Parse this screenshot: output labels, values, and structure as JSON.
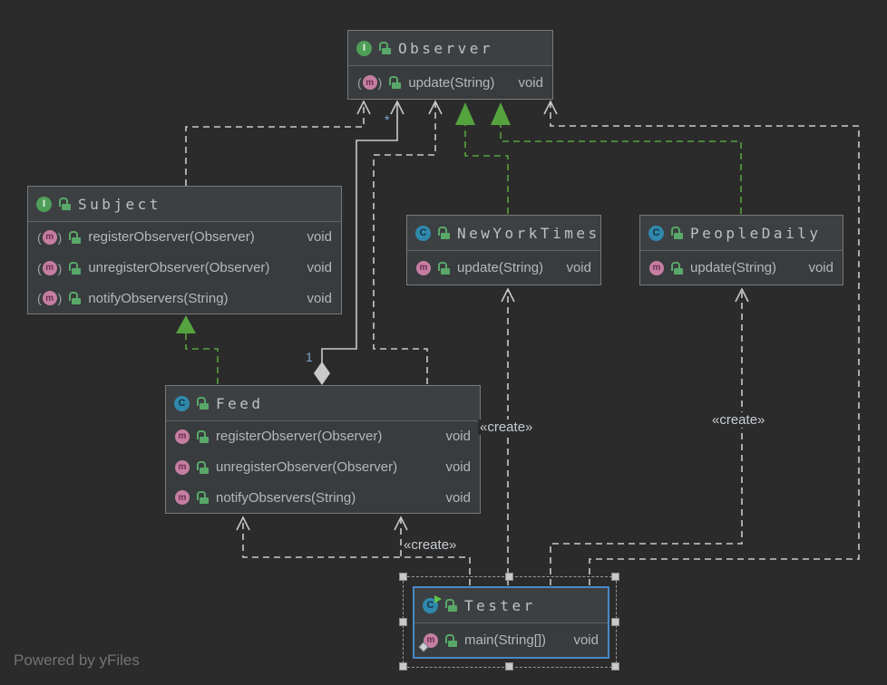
{
  "app": {
    "watermark": "Powered by yFiles"
  },
  "colors": {
    "canvas": "#2b2b2b",
    "node_header": "#3d4042",
    "node_body": "#393c3e",
    "node_border": "#77797b",
    "divider": "#5f6365",
    "title_text": "#bdc1c4",
    "method_text": "#b4b8ba",
    "edge": "#c9c9c9",
    "realization": "#55a33e",
    "selection": "#4a88c7",
    "multiplicity": "#7da7cf",
    "label_text": "#c8cdd4",
    "interface_icon": "#4f9e58",
    "class_icon": "#3089ad",
    "method_icon": "#c57ea2",
    "lock_icon": "#59a869",
    "watermark_text": "#737373"
  },
  "icons": {
    "interface_letter": "I",
    "class_letter": "C",
    "method_letter": "m"
  },
  "labels": {
    "create": "«create»",
    "mult_star": "*",
    "mult_one": "1"
  },
  "classes": {
    "observer": {
      "title": "Observer",
      "methods": [
        {
          "name": "update(String)",
          "ret": "void"
        }
      ]
    },
    "subject": {
      "title": "Subject",
      "methods": [
        {
          "name": "registerObserver(Observer)",
          "ret": "void"
        },
        {
          "name": "unregisterObserver(Observer)",
          "ret": "void"
        },
        {
          "name": "notifyObservers(String)",
          "ret": "void"
        }
      ]
    },
    "newyorktimes": {
      "title": "NewYorkTimes",
      "methods": [
        {
          "name": "update(String)",
          "ret": "void"
        }
      ]
    },
    "peopledaily": {
      "title": "PeopleDaily",
      "methods": [
        {
          "name": "update(String)",
          "ret": "void"
        }
      ]
    },
    "feed": {
      "title": "Feed",
      "methods": [
        {
          "name": "registerObserver(Observer)",
          "ret": "void"
        },
        {
          "name": "unregisterObserver(Observer)",
          "ret": "void"
        },
        {
          "name": "notifyObservers(String)",
          "ret": "void"
        }
      ]
    },
    "tester": {
      "title": "Tester",
      "methods": [
        {
          "name": "main(String[])",
          "ret": "void"
        }
      ]
    }
  },
  "edges": [
    {
      "from": "Subject",
      "to": "Observer",
      "type": "dependency"
    },
    {
      "from": "Feed",
      "to": "Observer",
      "type": "dependency"
    },
    {
      "from": "Tester",
      "to": "Observer",
      "type": "dependency"
    },
    {
      "from": "Tester",
      "to": "Feed",
      "type": "dependency"
    },
    {
      "from": "Tester",
      "to": "Feed",
      "type": "create-dependency",
      "label": "«create»"
    },
    {
      "from": "Tester",
      "to": "NewYorkTimes",
      "type": "create-dependency",
      "label": "«create»"
    },
    {
      "from": "Tester",
      "to": "PeopleDaily",
      "type": "create-dependency",
      "label": "«create»"
    },
    {
      "from": "Feed",
      "to": "Subject",
      "type": "realization"
    },
    {
      "from": "NewYorkTimes",
      "to": "Observer",
      "type": "realization"
    },
    {
      "from": "PeopleDaily",
      "to": "Observer",
      "type": "realization"
    },
    {
      "from": "Feed",
      "to": "Observer",
      "type": "aggregation",
      "source_mult": "1",
      "target_mult": "*"
    }
  ],
  "selection": {
    "selected_node": "Tester"
  }
}
